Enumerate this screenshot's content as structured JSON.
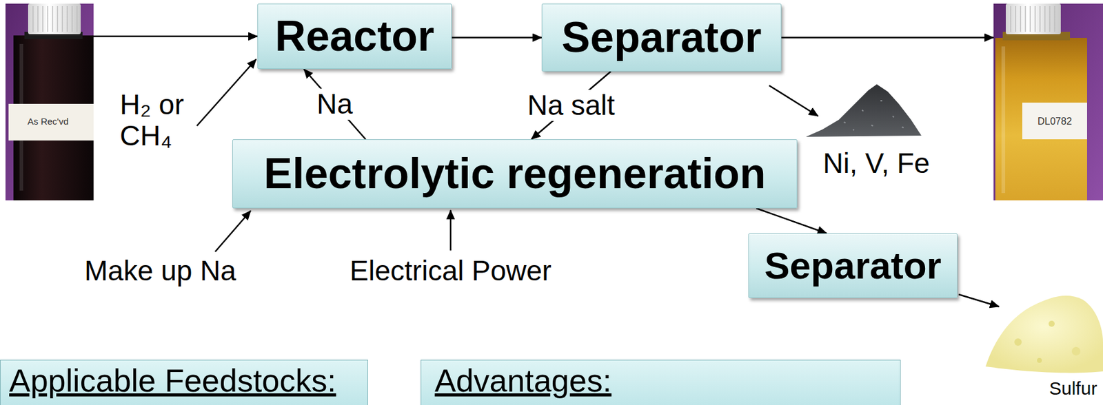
{
  "diagram": {
    "nodes": [
      {
        "text": [
          "As Rec'vd"
        ]
      },
      {
        "text": [
          "Reactor"
        ]
      },
      {
        "text": [
          "Separator"
        ]
      },
      {
        "text": [
          "DL0782"
        ]
      },
      {
        "text": [
          "Electrolytic regeneration"
        ]
      },
      {
        "text": [
          "Separator"
        ]
      },
      {
        "text": [
          "Applicable Feedstocks:"
        ]
      },
      {
        "text": [
          "Advantages:"
        ]
      }
    ],
    "edges": [
      {
        "from": 0,
        "to": 1,
        "arrow": "to"
      },
      {
        "from": 1,
        "to": 2,
        "arrow": "to"
      },
      {
        "from": 2,
        "to": 3,
        "arrow": "to"
      },
      {
        "from": 4,
        "to": 1,
        "label": "Na",
        "arrow": "to"
      },
      {
        "from": 2,
        "to": 4,
        "label": "Na salt",
        "arrow": "to"
      },
      {
        "from": 4,
        "to": 5,
        "arrow": "to"
      }
    ],
    "labels": [
      "H₂ or CH₄",
      "Ni, V, Fe",
      "Make up Na",
      "Electrical Power",
      "Sulfur"
    ]
  }
}
